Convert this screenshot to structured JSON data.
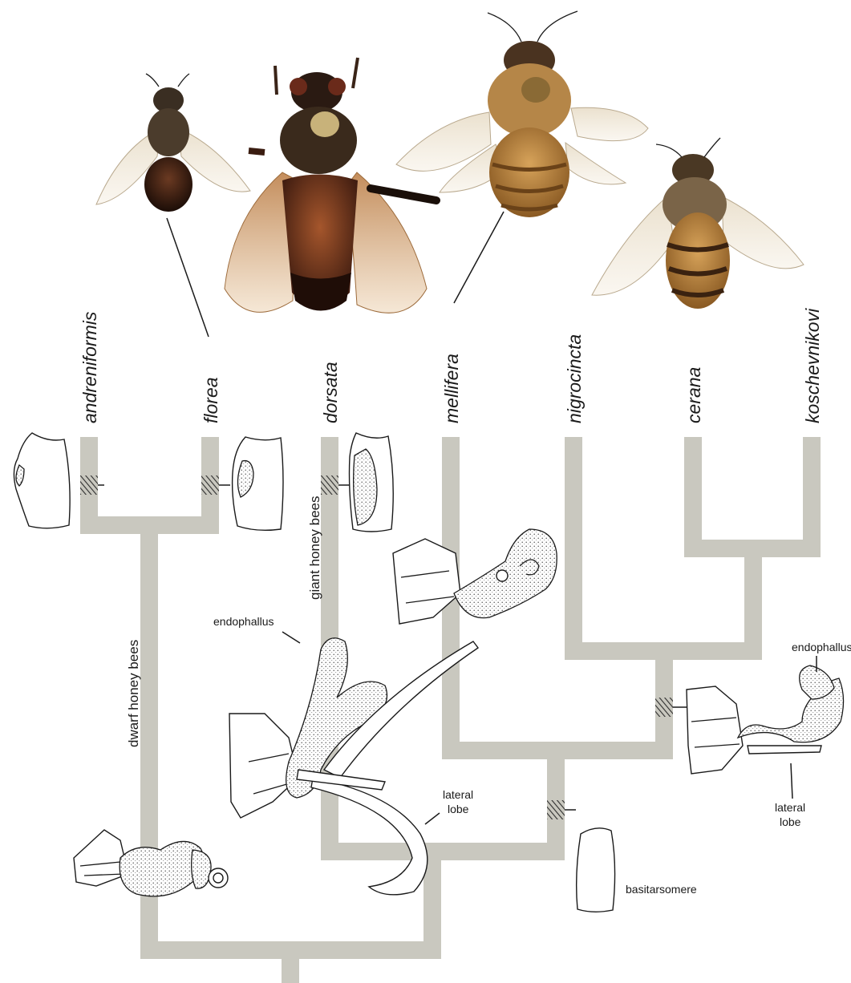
{
  "taxa": [
    "andreniformis",
    "florea",
    "dorsata",
    "mellifera",
    "nigrocincta",
    "cerana",
    "koschevnikovi"
  ],
  "groups": {
    "dwarf": "dwarf honey bees",
    "giant": "giant honey bees"
  },
  "annotations": {
    "endophallus_left": "endophallus",
    "endophallus_right": "endophallus",
    "lateral_lobe_left_1": "lateral",
    "lateral_lobe_left_2": "lobe",
    "lateral_lobe_right_1": "lateral",
    "lateral_lobe_right_2": "lobe",
    "basitarsomere": "basitarsomere"
  },
  "colors": {
    "branch": "#c9c8bf",
    "branch_dark": "#8e8d84",
    "hatch": "#3a3a3a"
  },
  "icons": [
    "bee-florea-photo",
    "bee-dorsata-photo",
    "bee-mellifera-photo",
    "bee-cerana-photo"
  ]
}
